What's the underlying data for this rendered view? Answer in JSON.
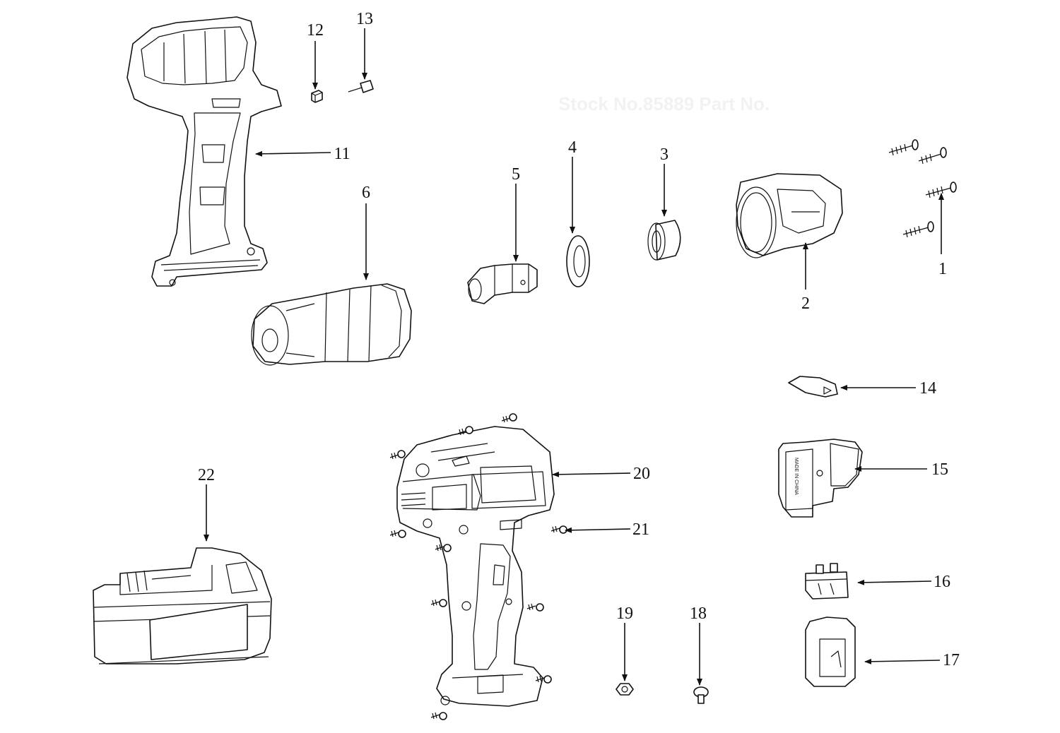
{
  "watermark": "Stock No.85889      Part No.",
  "labels": {
    "p1": "1",
    "p2": "2",
    "p3": "3",
    "p4": "4",
    "p5": "5",
    "p6": "6",
    "p11": "11",
    "p12": "12",
    "p13": "13",
    "p14": "14",
    "p15": "15",
    "p16": "16",
    "p17": "17",
    "p18": "18",
    "p19": "19",
    "p20": "20",
    "p21": "21",
    "p22": "22"
  },
  "part_text": {
    "switch_marking": "MADE IN CHINA"
  }
}
